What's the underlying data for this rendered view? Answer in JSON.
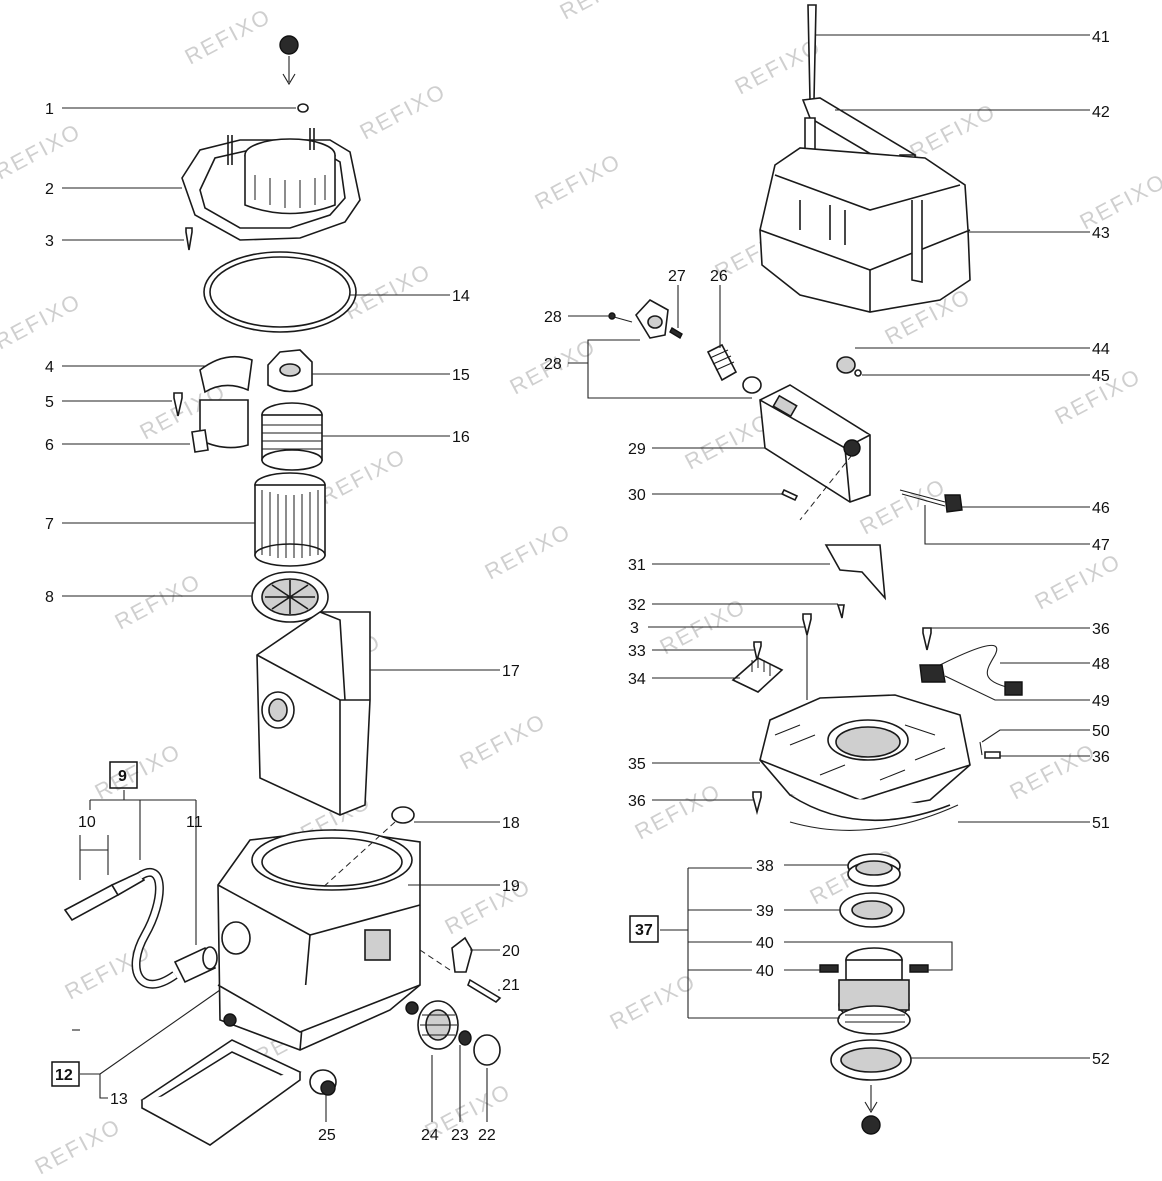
{
  "watermark": "REFIXO",
  "callouts": {
    "c1": "1",
    "c2": "2",
    "c3a": "3",
    "c4": "4",
    "c5": "5",
    "c6": "6",
    "c7": "7",
    "c8": "8",
    "c9": "9",
    "c10": "10",
    "c11": "11",
    "c12": "12",
    "c13": "13",
    "c14": "14",
    "c15": "15",
    "c16": "16",
    "c17": "17",
    "c18": "18",
    "c19": "19",
    "c20": "20",
    "c21": "21",
    "c22": "22",
    "c23": "23",
    "c24": "24",
    "c25": "25",
    "c26": "26",
    "c27": "27",
    "c28a": "28",
    "c28b": "28",
    "c29": "29",
    "c30": "30",
    "c31": "31",
    "c32": "32",
    "c3b": "3",
    "c33": "33",
    "c34": "34",
    "c35": "35",
    "c36a": "36",
    "c36b": "36",
    "c36c": "36",
    "c37": "37",
    "c38": "38",
    "c39": "39",
    "c40a": "40",
    "c40b": "40",
    "c41": "41",
    "c42": "42",
    "c43": "43",
    "c44": "44",
    "c45": "45",
    "c46": "46",
    "c47": "47",
    "c48": "48",
    "c49": "49",
    "c50": "50",
    "c51": "51",
    "c52": "52"
  }
}
